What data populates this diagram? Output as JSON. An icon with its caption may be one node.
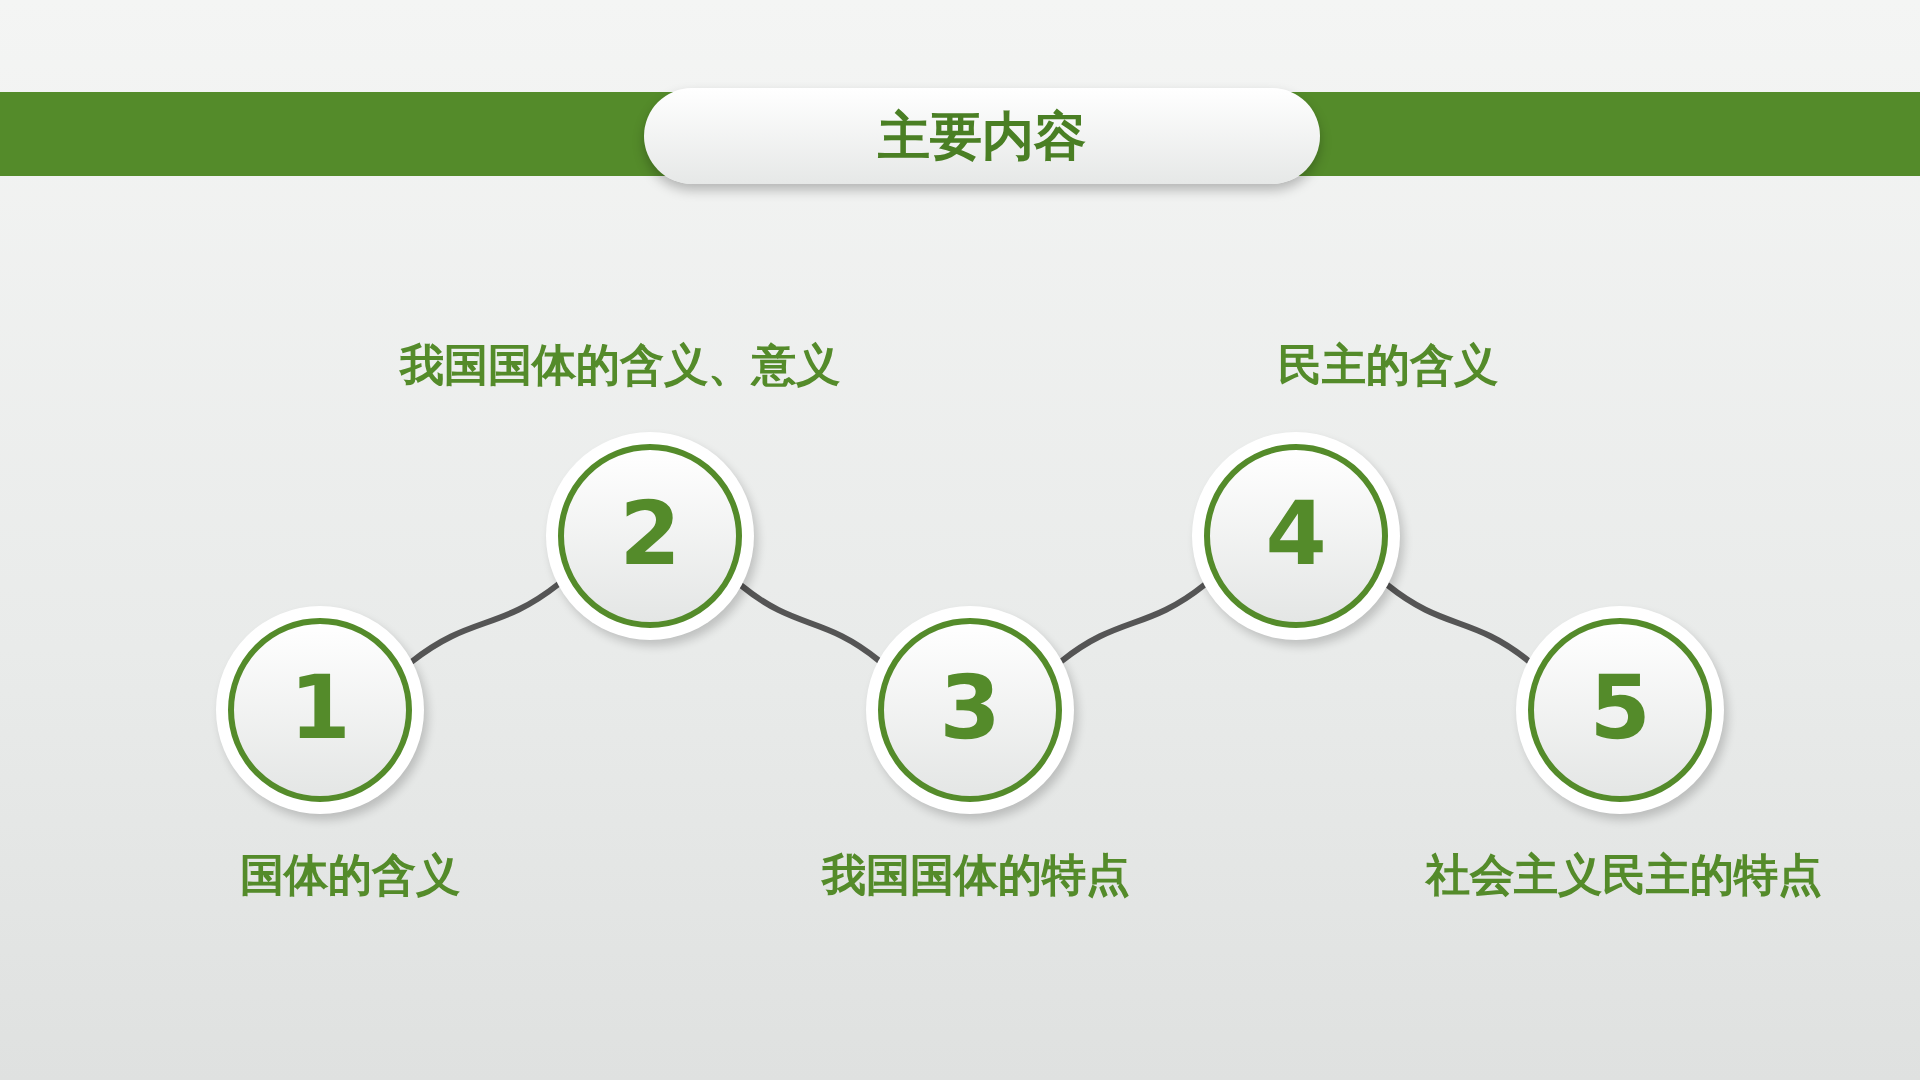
{
  "diagram": {
    "title": "主要内容",
    "nodes": [
      {
        "text": [
          "1"
        ],
        "beside": [
          "国体的含义"
        ]
      },
      {
        "text": [
          "2"
        ],
        "beside": [
          "我国国体的含义、意义"
        ]
      },
      {
        "text": [
          "3"
        ],
        "beside": [
          "我国国体的特点"
        ]
      },
      {
        "text": [
          "4"
        ],
        "beside": [
          "民主的含义"
        ]
      },
      {
        "text": [
          "5"
        ],
        "beside": [
          "社会主义民主的特点"
        ]
      }
    ],
    "edges": [
      {
        "from": 0,
        "to": 1,
        "arrow": "none"
      },
      {
        "from": 1,
        "to": 2,
        "arrow": "none"
      },
      {
        "from": 2,
        "to": 3,
        "arrow": "none"
      },
      {
        "from": 3,
        "to": 4,
        "arrow": "none"
      }
    ]
  }
}
